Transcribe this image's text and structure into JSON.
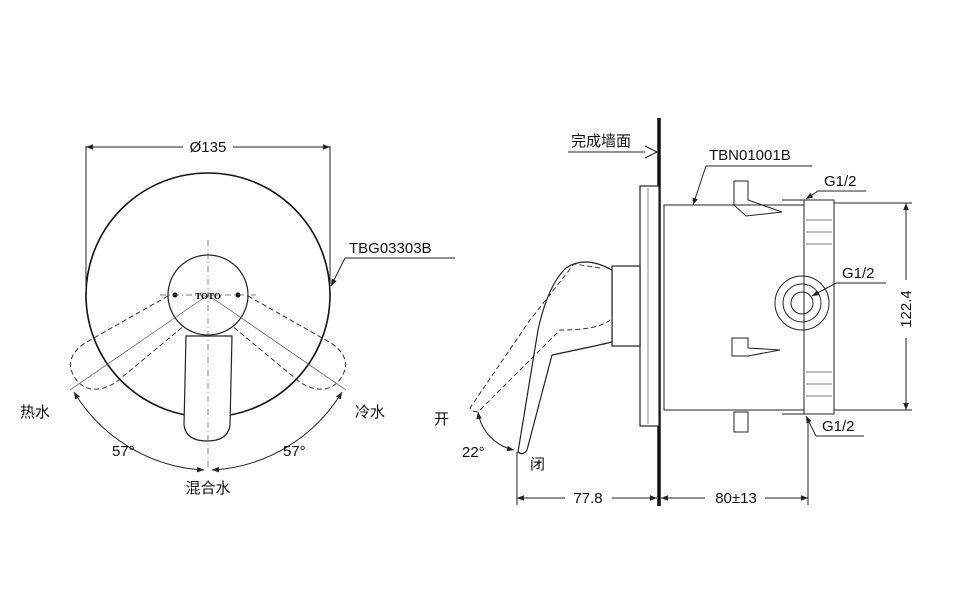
{
  "front_view": {
    "diameter_label": "Ø135",
    "plate_model": "TBG03303B",
    "logo_text": "TOTO",
    "hot_label": "热水",
    "cold_label": "冷水",
    "mixed_label": "混合水",
    "left_angle": "57°",
    "right_angle": "57°"
  },
  "side_view": {
    "wall_label": "完成墙面",
    "valve_model": "TBN01001B",
    "port_top": "G1/2",
    "port_mid": "G1/2",
    "port_bottom": "G1/2",
    "open_label": "开",
    "close_label": "闭",
    "handle_angle": "22°",
    "dim_front": "77.8",
    "dim_back": "80±13",
    "dim_height": "122.4"
  }
}
